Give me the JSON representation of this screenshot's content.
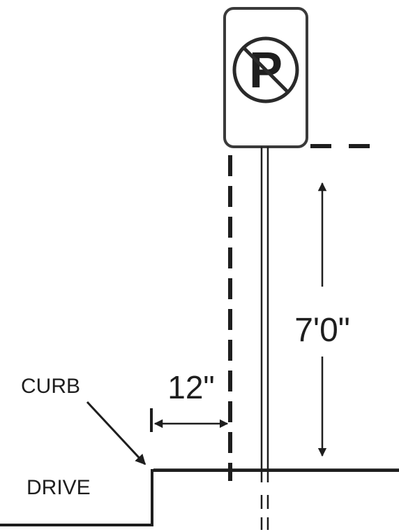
{
  "labels": {
    "curb": "CURB",
    "drive": "DRIVE",
    "offset": "12\"",
    "height": "7'0\""
  },
  "sign": {
    "icon": "no-parking-icon",
    "letter": "P"
  },
  "colors": {
    "ink": "#1e1e1e",
    "sign_border": "#3a3a3a",
    "prohibition": "#2a2a2a"
  }
}
